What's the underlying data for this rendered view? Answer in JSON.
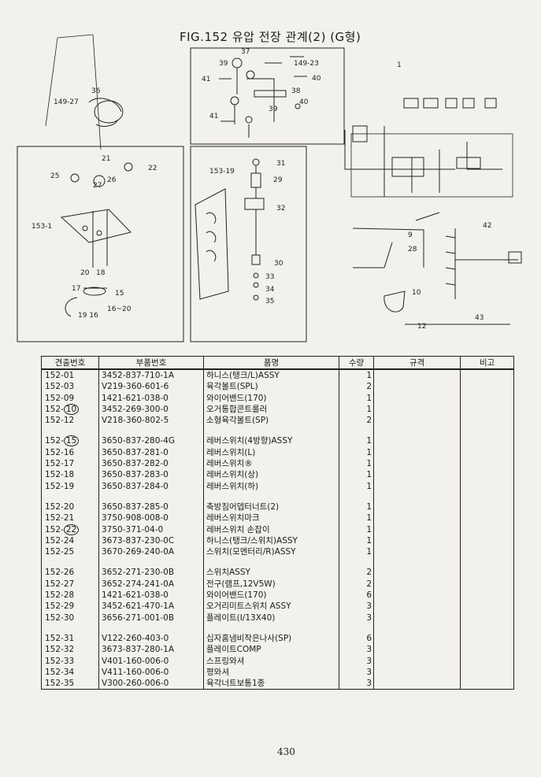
{
  "figure": {
    "title": "FIG.152 유압 전장 관계(2) (G형)"
  },
  "diagram_labels": {
    "ref_149_27": "149-27",
    "ref_36": "36",
    "ref_37": "37",
    "ref_39": "39",
    "ref_149_23": "149-23",
    "ref_40a": "40",
    "ref_41a": "41",
    "ref_38": "38",
    "ref_40b": "40",
    "ref_39b": "39",
    "ref_41b": "41",
    "ref_1": "1",
    "ref_21": "21",
    "ref_22": "22",
    "ref_25": "25",
    "ref_27": "27",
    "ref_26": "26",
    "ref_153_1": "153-1",
    "ref_20": "20",
    "ref_18": "18",
    "ref_17": "17",
    "ref_15": "15",
    "ref_19_16": "19 16",
    "ref_16_20": "16~20",
    "ref_153_19": "153-19",
    "ref_31": "31",
    "ref_29": "29",
    "ref_32": "32",
    "ref_30": "30",
    "ref_33": "33",
    "ref_34": "34",
    "ref_35": "35",
    "ref_9": "9",
    "ref_42": "42",
    "ref_28": "28",
    "ref_10": "10",
    "ref_12": "12",
    "ref_43": "43"
  },
  "table": {
    "headers": [
      "견출번호",
      "부품번호",
      "품명",
      "수량",
      "규격",
      "비고"
    ],
    "rows": [
      {
        "no": "152-01",
        "part": "3452-837-710-1A",
        "name": "하니스(탱크/L)ASSY",
        "qty": "1"
      },
      {
        "no": "152-03",
        "part": "V219-360-601-6",
        "name": "육각볼트(SPL)",
        "qty": "2"
      },
      {
        "no": "152-09",
        "part": "1421-621-038-0",
        "name": "와이어밴드(170)",
        "qty": "1"
      },
      {
        "no": "152-10",
        "part": "3452-269-300-0",
        "name": "오거통합콘트롤러",
        "qty": "1",
        "circled": "10",
        "prefix": "152-"
      },
      {
        "no": "152-12",
        "part": "V218-360-802-5",
        "name": "소형육각볼트(SP)",
        "qty": "2"
      },
      {
        "spacer": true
      },
      {
        "no": "152-15",
        "part": "3650-837-280-4G",
        "name": "레버스위치(4방향)ASSY",
        "qty": "1",
        "circled": "15",
        "prefix": "152-"
      },
      {
        "no": "152-16",
        "part": "3650-837-281-0",
        "name": "레버스위치(L)",
        "qty": "1"
      },
      {
        "no": "152-17",
        "part": "3650-837-282-0",
        "name": "레버스위치®",
        "qty": "1"
      },
      {
        "no": "152-18",
        "part": "3650-837-283-0",
        "name": "레버스위치(상)",
        "qty": "1"
      },
      {
        "no": "152-19",
        "part": "3650-837-284-0",
        "name": "레버스위치(하)",
        "qty": "1"
      },
      {
        "spacer": true
      },
      {
        "no": "152-20",
        "part": "3650-837-285-0",
        "name": "축방침어뎁터너트(2)",
        "qty": "1"
      },
      {
        "no": "152-21",
        "part": "3750-908-008-0",
        "name": "레버스위치마크",
        "qty": "1"
      },
      {
        "no": "152-22",
        "part": "3750-371-04-0",
        "name": "레버스위치 손잡이",
        "qty": "1",
        "circled": "22",
        "prefix": "152-"
      },
      {
        "no": "152-24",
        "part": "3673-837-230-0C",
        "name": "하니스(탱크/스위치)ASSY",
        "qty": "1"
      },
      {
        "no": "152-25",
        "part": "3670-269-240-0A",
        "name": "스위치(모멘터리/R)ASSY",
        "qty": "1"
      },
      {
        "spacer": true
      },
      {
        "no": "152-26",
        "part": "3652-271-230-0B",
        "name": "스위치ASSY",
        "qty": "2"
      },
      {
        "no": "152-27",
        "part": "3652-274-241-0A",
        "name": "전구(램프,12V5W)",
        "qty": "2"
      },
      {
        "no": "152-28",
        "part": "1421-621-038-0",
        "name": "와이어밴드(170)",
        "qty": "6"
      },
      {
        "no": "152-29",
        "part": "3452-621-470-1A",
        "name": "오거리미트스위치 ASSY",
        "qty": "3"
      },
      {
        "no": "152-30",
        "part": "3656-271-001-0B",
        "name": "플레이트(I/13X40)",
        "qty": "3"
      },
      {
        "spacer": true
      },
      {
        "no": "152-31",
        "part": "V122-260-403-0",
        "name": "십자홈냄비작은나사(SP)",
        "qty": "6"
      },
      {
        "no": "152-32",
        "part": "3673-837-280-1A",
        "name": "플레이트COMP",
        "qty": "3"
      },
      {
        "no": "152-33",
        "part": "V401-160-006-0",
        "name": "스프링와셔",
        "qty": "3"
      },
      {
        "no": "152-34",
        "part": "V411-160-006-0",
        "name": "평와셔",
        "qty": "3"
      },
      {
        "no": "152-35",
        "part": "V300-260-006-0",
        "name": "육각너트보통1종",
        "qty": "3"
      }
    ]
  },
  "page_number": "430"
}
